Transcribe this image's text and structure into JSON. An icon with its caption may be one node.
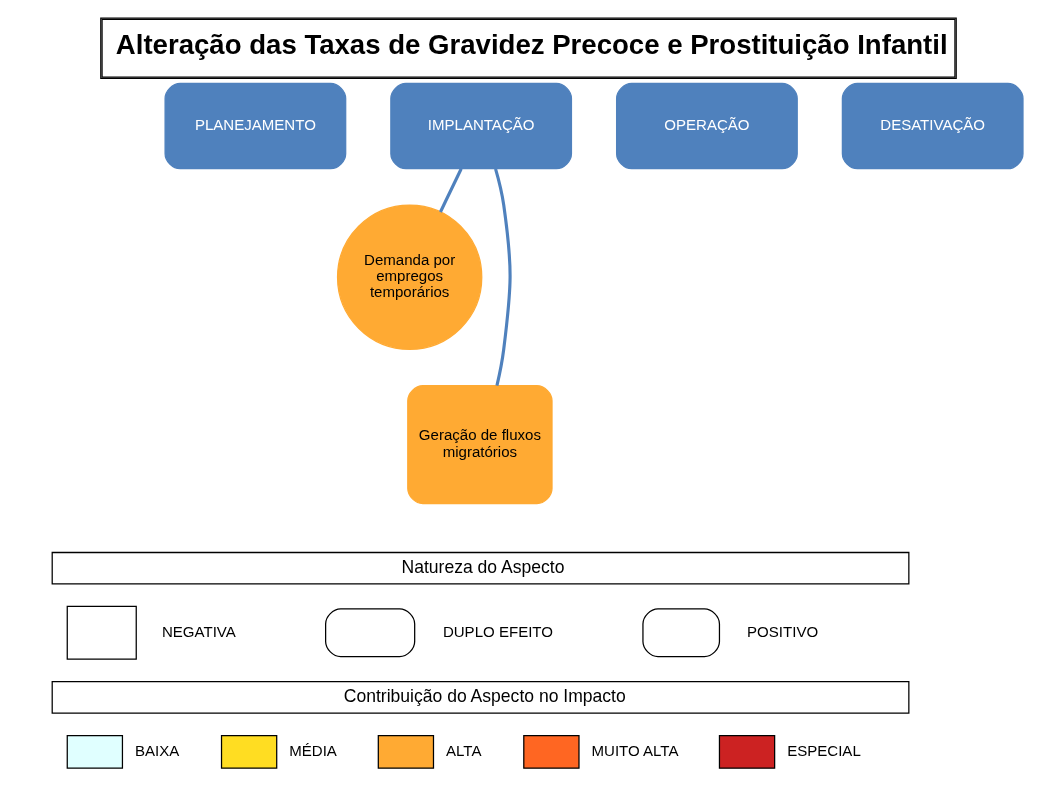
{
  "diagram": {
    "title": "Alteração das Taxas de Gravidez Precoce e Prostituição Infantil",
    "nodes": [
      {
        "text": [
          "PLANEJAMENTO"
        ]
      },
      {
        "text": [
          "IMPLANTAÇÃO"
        ]
      },
      {
        "text": [
          "OPERAÇÃO"
        ]
      },
      {
        "text": [
          "DESATIVAÇÃO"
        ]
      },
      {
        "text": [
          "Demanda por empregos temporários"
        ]
      },
      {
        "text": [
          "Geração de fluxos migratórios"
        ]
      }
    ],
    "edges": [
      {
        "from": 1,
        "to": 4,
        "arrow": "none"
      },
      {
        "from": 1,
        "to": 5,
        "arrow": "none"
      }
    ],
    "labels": [
      "Natureza do Aspecto",
      "Contribuição do Aspecto no Impacto"
    ],
    "legend": [
      {
        "text": "NEGATIVA"
      },
      {
        "text": "DUPLO EFEITO"
      },
      {
        "text": "POSITIVO"
      },
      {
        "text": "BAIXA",
        "color": "#e0ffff"
      },
      {
        "text": "MÉDIA",
        "color": "#ffdd22"
      },
      {
        "text": "ALTA",
        "color": "#ffaa33"
      },
      {
        "text": "MUITO ALTA",
        "color": "#ff6622"
      },
      {
        "text": "ESPECIAL",
        "color": "#cc2222"
      }
    ]
  }
}
